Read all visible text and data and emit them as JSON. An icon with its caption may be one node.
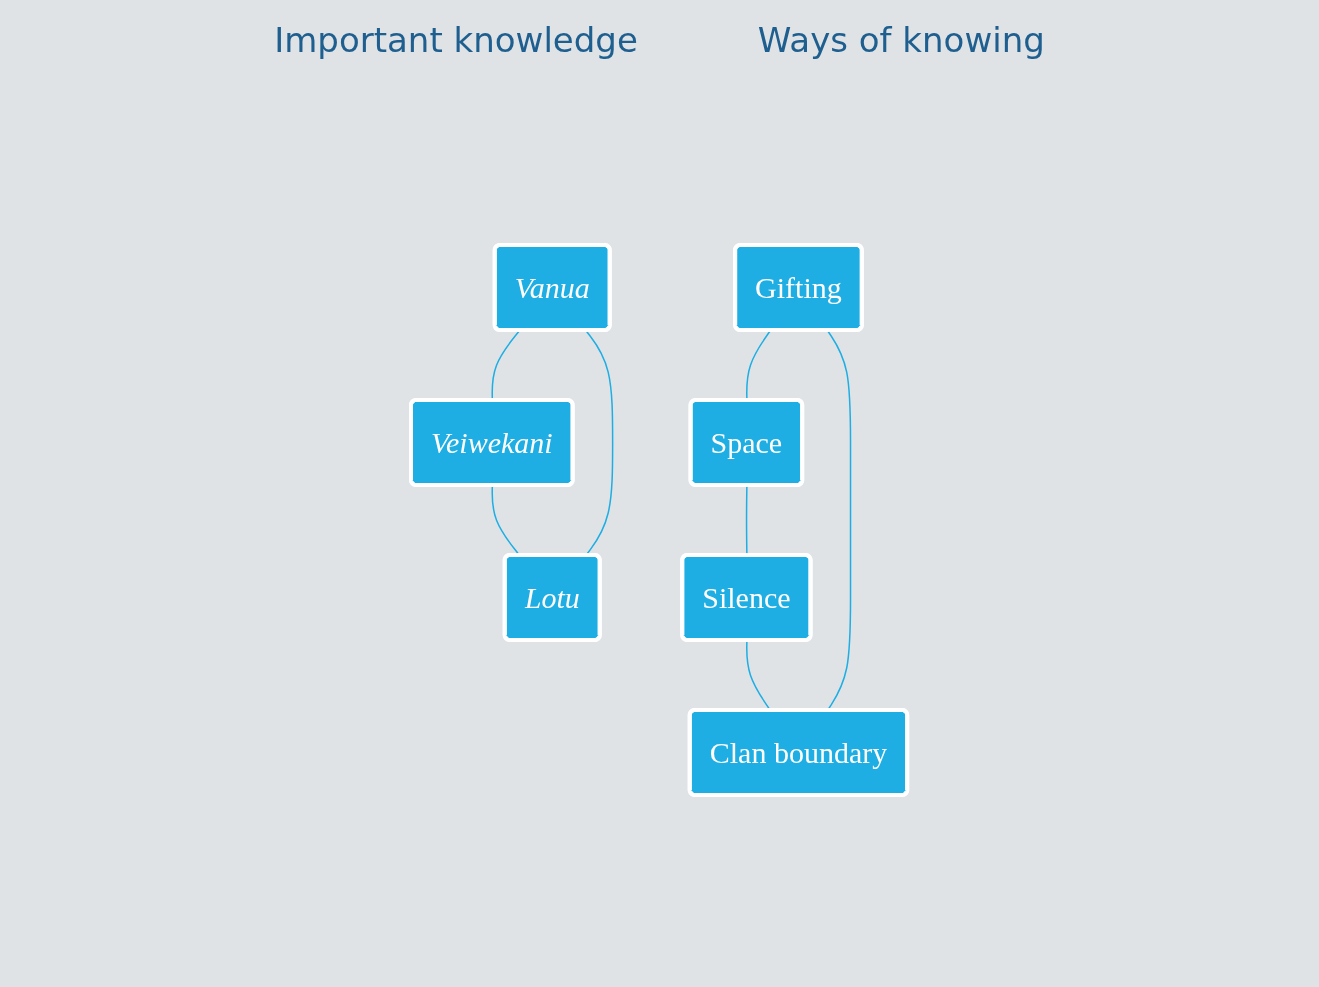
{
  "diagram": {
    "nodes": [
      {
        "text": [
          "Vanua"
        ]
      },
      {
        "text": [
          "Lotu"
        ]
      },
      {
        "text": [
          "Veiwekani"
        ]
      },
      {
        "text": [
          "Gifting"
        ]
      },
      {
        "text": [
          "Clan boundary"
        ]
      },
      {
        "text": [
          "Space"
        ]
      },
      {
        "text": [
          "Silence"
        ]
      }
    ],
    "edges": [
      {
        "from": 0,
        "to": 2,
        "arrow": "none"
      },
      {
        "from": 2,
        "to": 1,
        "arrow": "none"
      },
      {
        "from": 1,
        "to": 0,
        "arrow": "none"
      },
      {
        "from": 3,
        "to": 5,
        "arrow": "none"
      },
      {
        "from": 5,
        "to": 6,
        "arrow": "none"
      },
      {
        "from": 6,
        "to": 4,
        "arrow": "none"
      },
      {
        "from": 4,
        "to": 3,
        "arrow": "none"
      }
    ],
    "labels": [
      "Important knowledge",
      "Ways of knowing"
    ]
  }
}
